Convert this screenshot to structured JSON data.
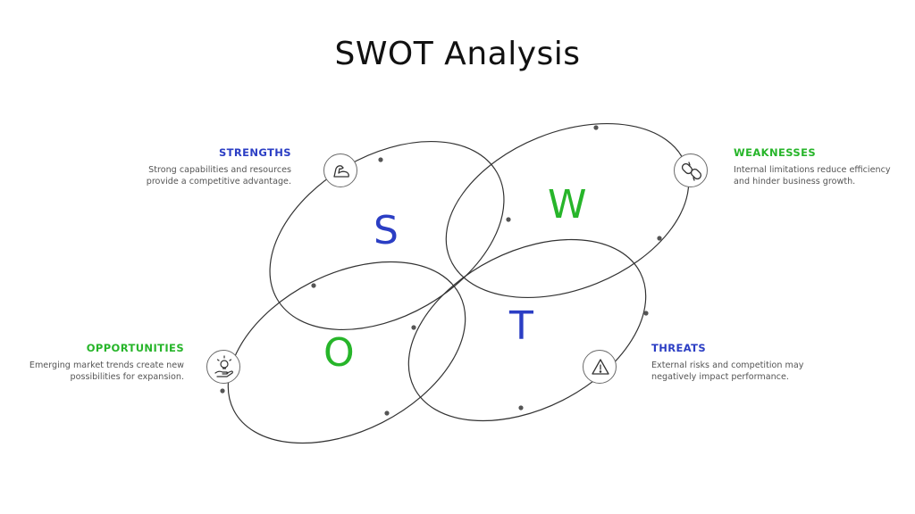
{
  "title": "SWOT Analysis",
  "colors": {
    "blue": "#2b3ec4",
    "green": "#27b52a",
    "outline": "#333333",
    "text": "#555555"
  },
  "quadrants": {
    "strengths": {
      "letter": "S",
      "heading": "STRENGTHS",
      "description": "Strong capabilities and resources provide a competitive advantage.",
      "icon": "flexed-arm-icon",
      "color": "#2b3ec4"
    },
    "weaknesses": {
      "letter": "W",
      "heading": "WEAKNESSES",
      "description": "Internal limitations reduce efficiency and hinder business growth.",
      "icon": "broken-chain-icon",
      "color": "#27b52a"
    },
    "opportunities": {
      "letter": "O",
      "heading": "OPPORTUNITIES",
      "description": "Emerging market trends create new possibilities for expansion.",
      "icon": "hand-lightbulb-icon",
      "color": "#27b52a"
    },
    "threats": {
      "letter": "T",
      "heading": "THREATS",
      "description": "External risks and competition may negatively impact performance.",
      "icon": "warning-icon",
      "color": "#2b3ec4"
    }
  }
}
